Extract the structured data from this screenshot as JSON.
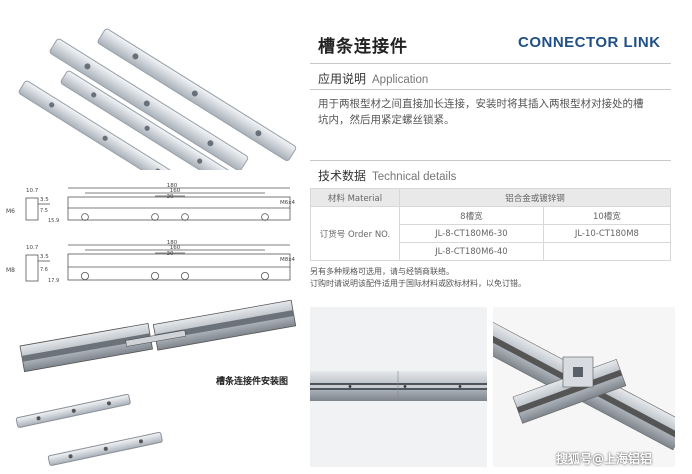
{
  "header": {
    "title_cn": "槽条连接件",
    "title_en": "CONNECTOR LINK"
  },
  "application": {
    "heading_cn": "应用说明",
    "heading_en": "Application",
    "text_line1": "用于两根型材之间直接加长连接，安装时将其插入两根型材对接处的槽",
    "text_line2": "坑内，然后用紧定螺丝锁紧。"
  },
  "technical": {
    "heading_cn": "技术数据",
    "heading_en": "Technical details",
    "material_label": "材料 Material",
    "material_value": "铝合金或镀锌钢",
    "order_label": "订货号 Order NO.",
    "col_8": "8槽宽",
    "col_10": "10槽宽",
    "row1_8": "JL-8-CT180M6-30",
    "row1_10": "JL-10-CT180M8",
    "row2_8": "JL-8-CT180M6-40"
  },
  "notes": {
    "line1": "另有多种规格可选用，请与经销商联络。",
    "line2": "订购时请说明该配件适用于国际材料或欧标材料，以免订错。"
  },
  "drawing1": {
    "dim_total": "180",
    "dim_holes": "160",
    "dim_mid": "30",
    "dim_h1": "10.7",
    "dim_h2": "3.5",
    "dim_h3": "7.5",
    "dim_h4": "15.9",
    "thread_label": "M6",
    "screw_label": "M6x4"
  },
  "drawing2": {
    "dim_total": "180",
    "dim_holes": "160",
    "dim_mid": "30",
    "dim_h1": "10.7",
    "dim_h2": "3.5",
    "dim_h3": "7.6",
    "dim_h4": "17.9",
    "thread_label": "M8",
    "screw_label": "M8x4"
  },
  "caption": "槽条连接件安装图",
  "watermark": "搜狐号@上海铝铝"
}
